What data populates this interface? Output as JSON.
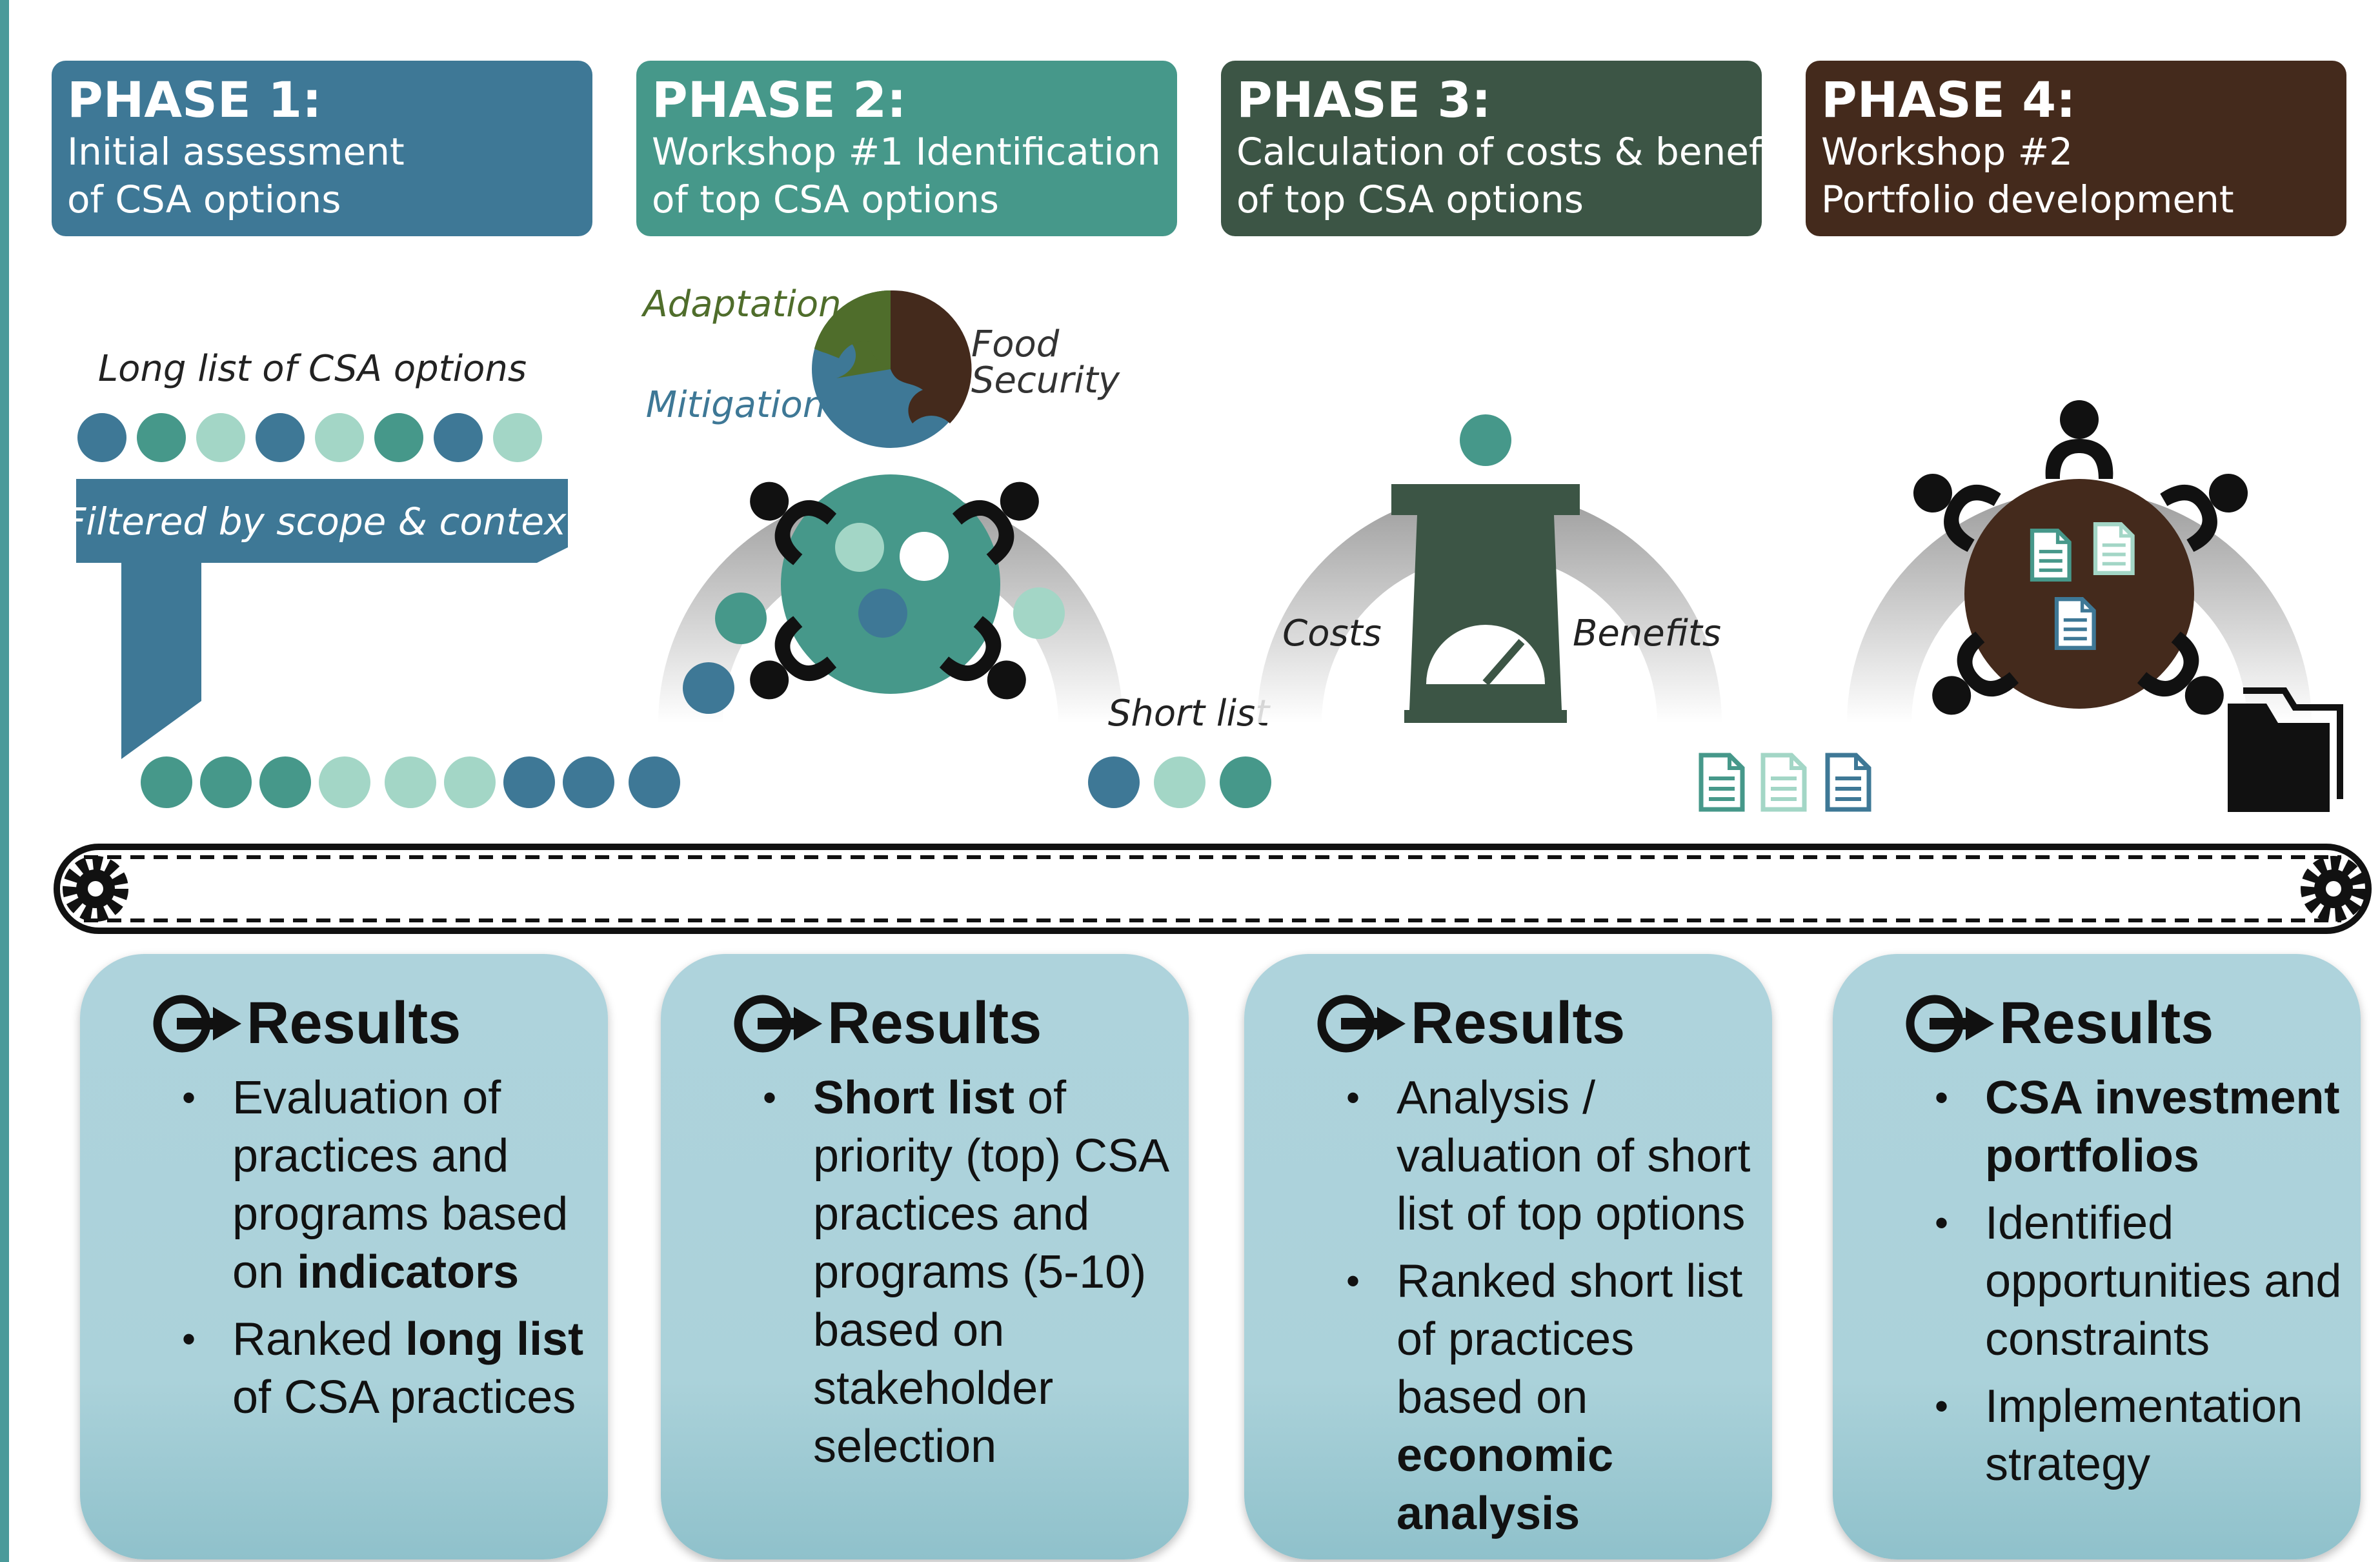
{
  "phases": [
    {
      "title": "PHASE 1:",
      "line1": "Initial assessment",
      "line2": "of CSA options",
      "color": "#3e7896"
    },
    {
      "title": "PHASE 2:",
      "line1": "Workshop #1 Identification",
      "line2": "of top CSA options",
      "color": "#46988a"
    },
    {
      "title": "PHASE 3:",
      "line1": "Calculation of costs & benefits",
      "line2": "of top CSA options",
      "color": "#3c5545"
    },
    {
      "title": "PHASE 4:",
      "line1": "Workshop #2",
      "line2": "Portfolio development",
      "color": "#442a1c"
    }
  ],
  "labels": {
    "long_list": "Long list of CSA options",
    "filtered": "Filtered by scope & context",
    "adaptation": "Adaptation",
    "mitigation": "Mitigation",
    "food": "Food",
    "security": "Security",
    "short_list": "Short list",
    "costs": "Costs",
    "benefits": "Benefits"
  },
  "colors": {
    "blue": "#3e7896",
    "teal": "#46988a",
    "mint": "#a3d6c6",
    "dark_green": "#3c5545",
    "brown": "#442a1c",
    "olive": "#4f6d2b",
    "result_bg": "#aed3dc"
  },
  "results": [
    {
      "title": "Results",
      "items": [
        {
          "parts": [
            {
              "t": "Evaluation of practices and programs based on "
            },
            {
              "t": "indicators",
              "b": true
            }
          ]
        },
        {
          "parts": [
            {
              "t": "Ranked "
            },
            {
              "t": "long list",
              "b": true
            },
            {
              "t": " of CSA practices"
            }
          ]
        }
      ]
    },
    {
      "title": "Results",
      "items": [
        {
          "parts": [
            {
              "t": "Short list",
              "b": true
            },
            {
              "t": " of priority (top) CSA practices and programs (5-10) based on stakeholder selection"
            }
          ]
        }
      ]
    },
    {
      "title": "Results",
      "items": [
        {
          "parts": [
            {
              "t": "Analysis / valuation of short list of top options"
            }
          ]
        },
        {
          "parts": [
            {
              "t": "Ranked short list of practices based on "
            },
            {
              "t": "economic analysis",
              "b": true
            }
          ]
        }
      ]
    },
    {
      "title": "Results",
      "items": [
        {
          "parts": [
            {
              "t": "CSA investment portfolios",
              "b": true
            }
          ]
        },
        {
          "parts": [
            {
              "t": "Identified opportunities and constraints"
            }
          ]
        },
        {
          "parts": [
            {
              "t": "Implementation strategy"
            }
          ]
        }
      ]
    }
  ]
}
